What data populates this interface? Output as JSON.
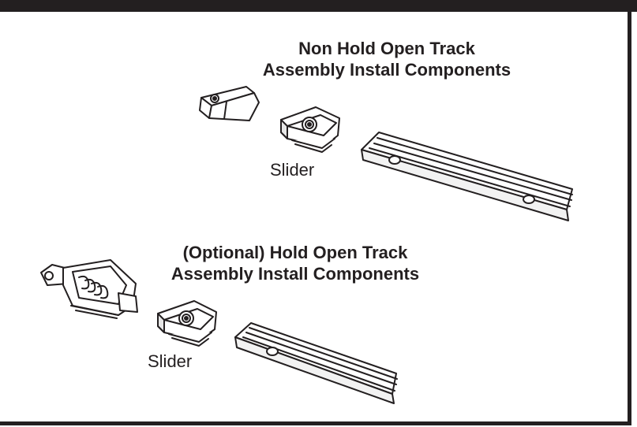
{
  "sections": [
    {
      "title_line1": "Non Hold Open Track",
      "title_line2": "Assembly Install Components",
      "slider_label": "Slider"
    },
    {
      "title_line1": "(Optional) Hold Open Track",
      "title_line2": "Assembly Install Components",
      "slider_label": "Slider"
    }
  ]
}
